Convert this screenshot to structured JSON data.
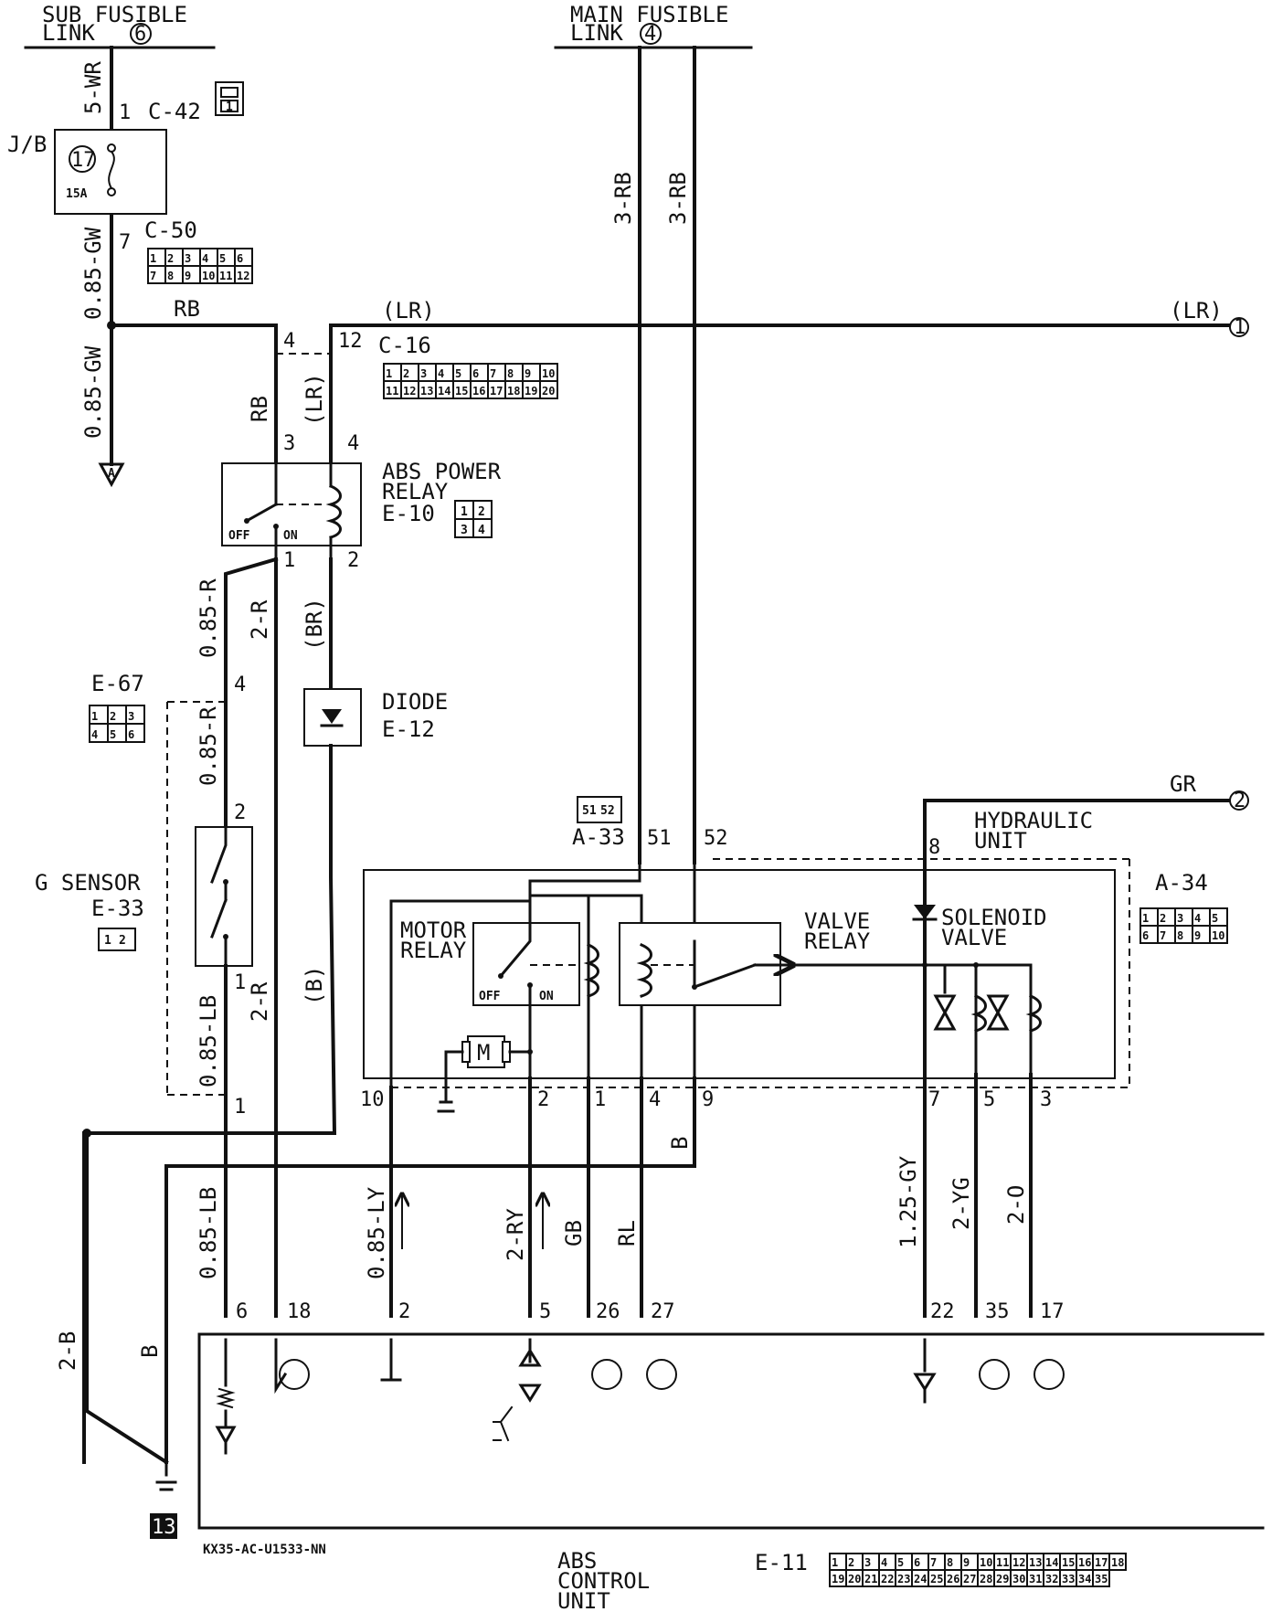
{
  "sub_fusible_link": {
    "line1": "SUB FUSIBLE",
    "line2": "LINK",
    "num": "6"
  },
  "main_fusible_link": {
    "line1": "MAIN FUSIBLE",
    "line2": "LINK",
    "num": "4"
  },
  "jb": {
    "label": "J/B",
    "fuse_num": "17",
    "fuse_rating": "15A"
  },
  "connectors": {
    "c42": {
      "name": "C-42",
      "pin": "1",
      "cells": [
        "1"
      ]
    },
    "c50": {
      "name": "C-50",
      "pin": "7",
      "cells": [
        "1",
        "2",
        "3",
        "4",
        "5",
        "6",
        "7",
        "8",
        "9",
        "10",
        "11",
        "12"
      ]
    },
    "c16": {
      "name": "C-16",
      "pin_a": "4",
      "pin_b": "12",
      "cells": [
        "1",
        "2",
        "3",
        "4",
        "5",
        "6",
        "7",
        "8",
        "9",
        "10",
        "11",
        "12",
        "13",
        "14",
        "15",
        "16",
        "17",
        "18",
        "19",
        "20"
      ]
    },
    "e10": {
      "line1": "ABS POWER",
      "line2": "RELAY",
      "name": "E-10",
      "pin3": "3",
      "pin4": "4",
      "pin1": "1",
      "pin2": "2",
      "off": "OFF",
      "on": "ON",
      "cells": [
        "1",
        "2",
        "3",
        "4"
      ]
    },
    "e12": {
      "line1": "DIODE",
      "name": "E-12"
    },
    "e67": {
      "name": "E-67",
      "pin4": "4",
      "pin2": "2",
      "pin1": "1",
      "cells": [
        "1",
        "2",
        "3",
        "4",
        "5",
        "6"
      ]
    },
    "e33": {
      "line1": "G SENSOR",
      "name": "E-33",
      "cells": [
        "1",
        "2"
      ]
    },
    "a33": {
      "name": "A-33",
      "pin51": "51",
      "pin52": "52",
      "cells": [
        "51",
        "52"
      ]
    },
    "a34": {
      "name": "A-34",
      "cells": [
        "1",
        "2",
        "3",
        "4",
        "5",
        "6",
        "7",
        "8",
        "9",
        "10"
      ]
    },
    "e11": {
      "name": "E-11",
      "cells": [
        "1",
        "2",
        "3",
        "4",
        "5",
        "6",
        "7",
        "8",
        "9",
        "10",
        "11",
        "12",
        "13",
        "14",
        "15",
        "16",
        "17",
        "18",
        "19",
        "20",
        "21",
        "22",
        "23",
        "24",
        "25",
        "26",
        "27",
        "28",
        "29",
        "30",
        "31",
        "32",
        "33",
        "34",
        "35"
      ]
    }
  },
  "wires": {
    "w_5wr": "5-WR",
    "w_085gw_a": "0.85-GW",
    "w_rb_top": "RB",
    "w_085gw_b": "0.85-GW",
    "ground_a": "A",
    "w_lr_top": "(LR)",
    "w_lr_right": "(LR)",
    "w_rb_vert": "RB",
    "w_lr_vert": "(LR)",
    "w_3rb_a": "3-RB",
    "w_3rb_b": "3-RB",
    "w_085r_a": "0.85-R",
    "w_2r_a": "2-R",
    "w_br": "(BR)",
    "w_085r_b": "0.85-R",
    "w_085lb_a": "0.85-LB",
    "w_2r_b": "2-R",
    "w_b": "(B)",
    "w_gr": "GR",
    "w_2b": "2-B",
    "w_b_gnd": "B",
    "w_085lb_b": "0.85-LB",
    "w_085ly": "0.85-LY",
    "w_2ry": "2-RY",
    "w_gb": "GB",
    "w_rl": "RL",
    "w_b_mid": "B",
    "w_125gy": "1.25-GY",
    "w_2yg": "2-YG",
    "w_2o": "2-O"
  },
  "hydraulic_unit": {
    "line1": "HYDRAULIC",
    "line2": "UNIT",
    "motor_relay_1": "MOTOR",
    "motor_relay_2": "RELAY",
    "valve_relay_1": "VALVE",
    "valve_relay_2": "RELAY",
    "solenoid_1": "SOLENOID",
    "solenoid_2": "VALVE",
    "off": "OFF",
    "on": "ON",
    "motor": "M",
    "pin8": "8",
    "pin10": "10",
    "pin2": "2",
    "pin1": "1",
    "pin4": "4",
    "pin9": "9",
    "pin7": "7",
    "pin5": "5",
    "pin3": "3"
  },
  "ecu": {
    "line1": "ABS",
    "line2": "CONTROL",
    "line3": "UNIT",
    "pins": [
      "6",
      "18",
      "2",
      "5",
      "26",
      "27",
      "22",
      "35",
      "17"
    ]
  },
  "offpage": {
    "ref1": "1",
    "ref2": "2"
  },
  "ground_num": "13",
  "diagram_code": "KX35-AC-U1533-NN"
}
